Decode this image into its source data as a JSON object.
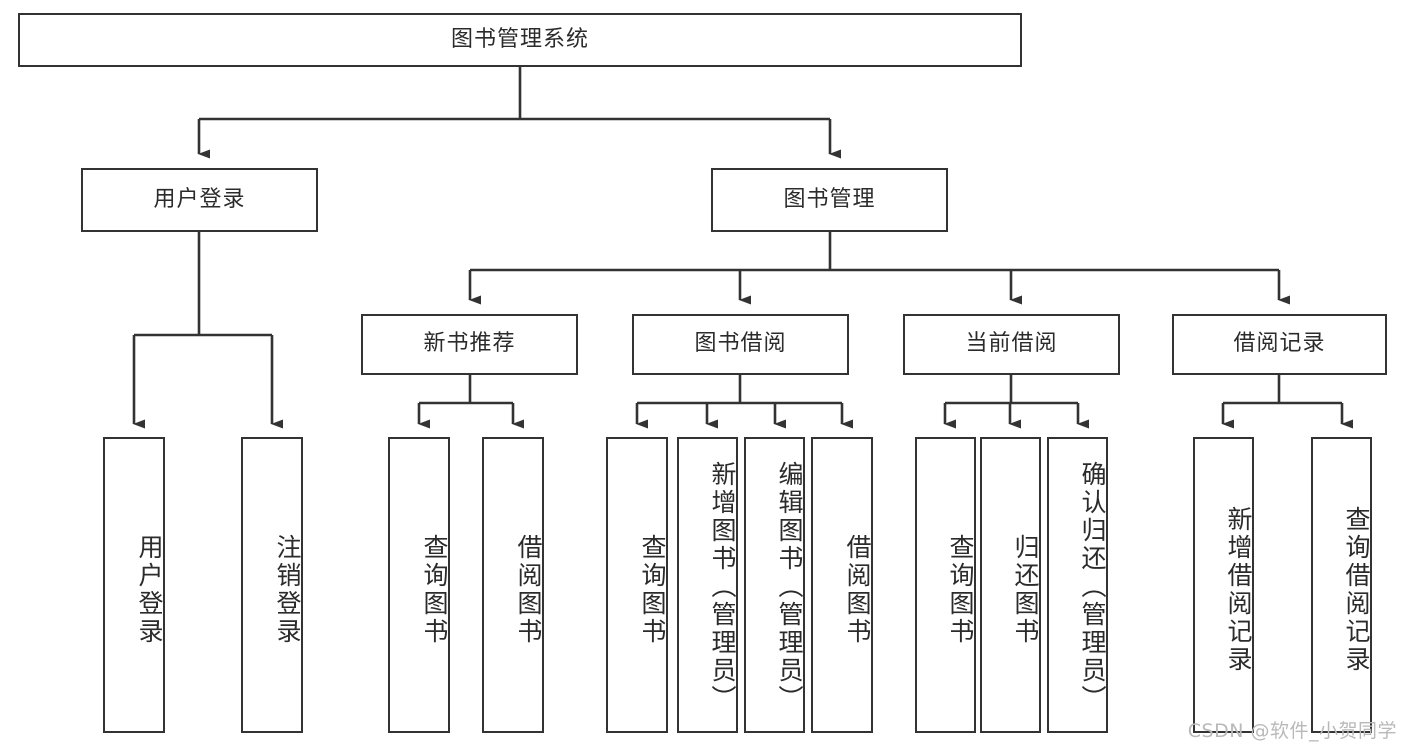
{
  "diagram": {
    "title": "图书管理系统",
    "type": "功能结构图",
    "root": {
      "id": "root",
      "label": "图书管理系统"
    },
    "level2": [
      {
        "id": "user-login",
        "label": "用户登录"
      },
      {
        "id": "book-manage",
        "label": "图书管理"
      }
    ],
    "level3": [
      {
        "id": "new-book-rec",
        "label": "新书推荐",
        "parent": "book-manage"
      },
      {
        "id": "book-borrow",
        "label": "图书借阅",
        "parent": "book-manage"
      },
      {
        "id": "current-borrow",
        "label": "当前借阅",
        "parent": "book-manage"
      },
      {
        "id": "borrow-record",
        "label": "借阅记录",
        "parent": "book-manage"
      }
    ],
    "leaves": [
      {
        "id": "leaf-user-login",
        "label": "用户登录",
        "parent": "user-login"
      },
      {
        "id": "leaf-logout",
        "label": "注销登录",
        "parent": "user-login"
      },
      {
        "id": "leaf-rec-query",
        "label": "查询图书",
        "parent": "new-book-rec"
      },
      {
        "id": "leaf-rec-borrow",
        "label": "借阅图书",
        "parent": "new-book-rec"
      },
      {
        "id": "leaf-borrow-query",
        "label": "查询图书",
        "parent": "book-borrow"
      },
      {
        "id": "leaf-borrow-add",
        "label": "新增图书（管理员）",
        "parent": "book-borrow"
      },
      {
        "id": "leaf-borrow-edit",
        "label": "编辑图书（管理员）",
        "parent": "book-borrow"
      },
      {
        "id": "leaf-borrow-do",
        "label": "借阅图书",
        "parent": "book-borrow"
      },
      {
        "id": "leaf-cur-query",
        "label": "查询图书",
        "parent": "current-borrow"
      },
      {
        "id": "leaf-cur-return",
        "label": "归还图书",
        "parent": "current-borrow"
      },
      {
        "id": "leaf-cur-confirm",
        "label": "确认归还（管理员）",
        "parent": "current-borrow"
      },
      {
        "id": "leaf-rec-add",
        "label": "新增借阅记录",
        "parent": "borrow-record"
      },
      {
        "id": "leaf-rec-query2",
        "label": "查询借阅记录",
        "parent": "borrow-record"
      }
    ],
    "watermark": "CSDN @软件_小贺同学",
    "colors": {
      "stroke": "#333333",
      "fill": "#ffffff",
      "text": "#2b2b2b",
      "watermark": "#b9b9b9"
    }
  }
}
